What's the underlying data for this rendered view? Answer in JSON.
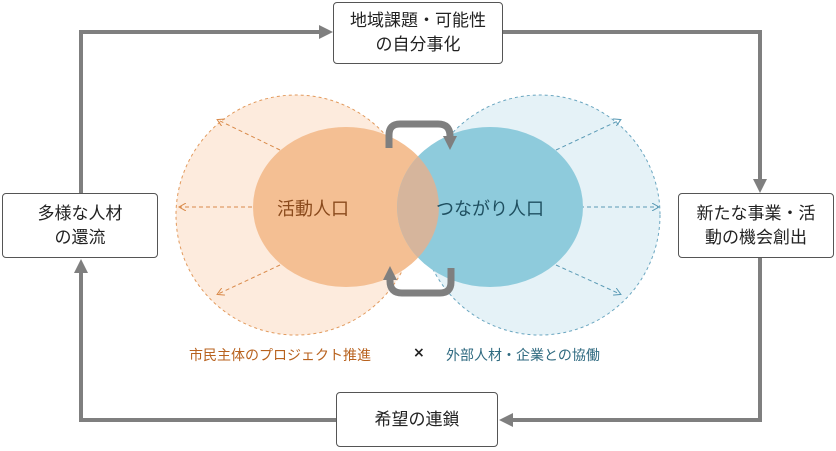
{
  "boxes": {
    "top": {
      "line1": "地域課題・可能性",
      "line2": "の自分事化"
    },
    "right": {
      "line1": "新たな事業・活",
      "line2": "動の機会創出"
    },
    "bottom": {
      "line1": "希望の連鎖"
    },
    "left": {
      "line1": "多様な人材",
      "line2": "の還流"
    }
  },
  "circles": {
    "left_label": "活動人口",
    "right_label": "つながり人口"
  },
  "captions": {
    "left": "市民主体のプロジェクト推進",
    "times": "×",
    "right": "外部人材・企業との協働"
  },
  "colors": {
    "orange": "#f4bf93",
    "orange_text": "#b8621e",
    "blue": "#8ecbdc",
    "blue_text": "#2f6a80",
    "arrow": "#7f7f7f"
  }
}
